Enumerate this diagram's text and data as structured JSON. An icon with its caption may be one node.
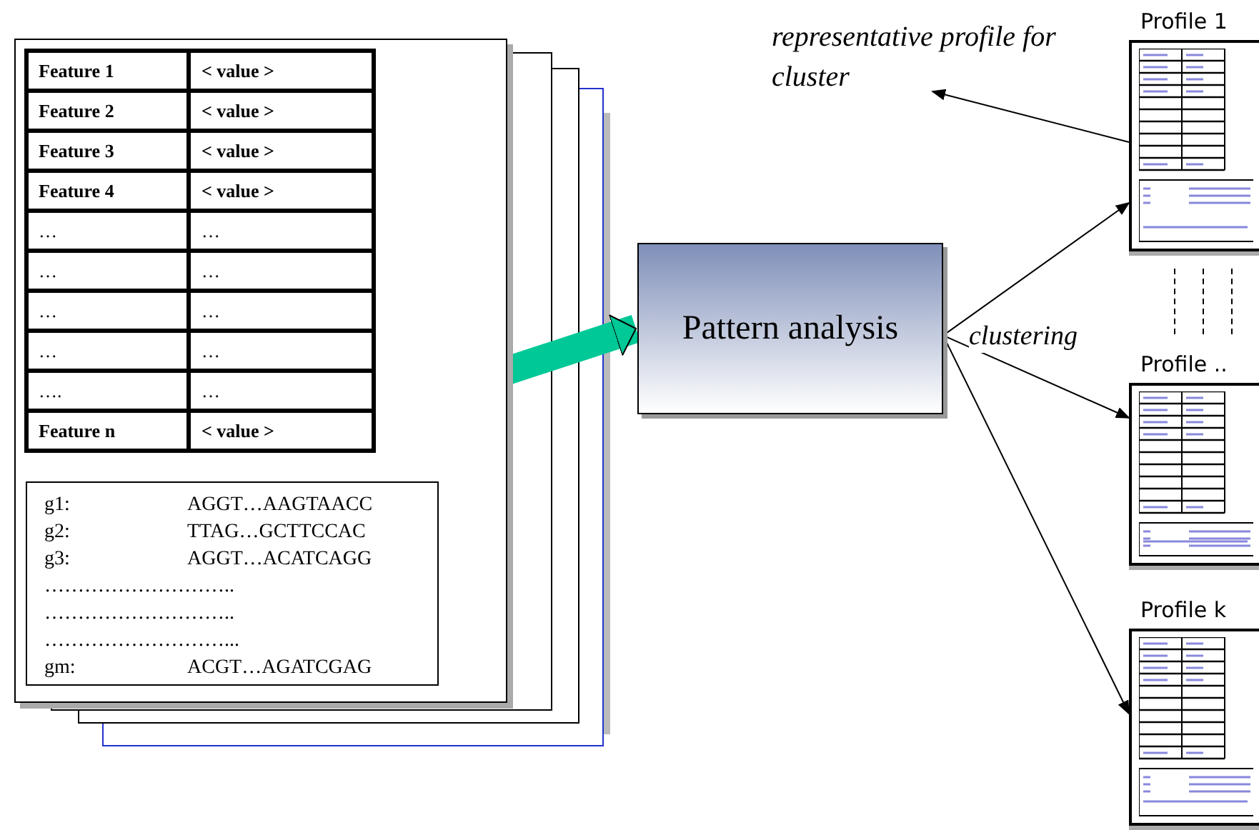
{
  "diagram": {
    "nodes": [
      {
        "text": [],
        "shape": "box"
      },
      {
        "text": [
          "Pattern analysis"
        ]
      },
      {
        "text": [
          "representative profile for cluster"
        ]
      },
      {
        "text": [
          "Profile 1"
        ]
      },
      {
        "text": [
          "Profile .."
        ]
      },
      {
        "text": [
          "Profile k"
        ]
      }
    ],
    "edges": [
      {
        "from": 0,
        "to": 1,
        "arrow": "to",
        "style": "thick",
        "color": "#00c896"
      },
      {
        "from": 1,
        "to": 3,
        "arrow": "to"
      },
      {
        "from": 1,
        "to": 4,
        "arrow": "to",
        "label": "clustering"
      },
      {
        "from": 1,
        "to": 5,
        "arrow": "to"
      },
      {
        "from": 3,
        "to": 2,
        "arrow": "to"
      }
    ],
    "labels": [
      "Feature 1",
      "< value >",
      "Feature 2",
      "< value >",
      "Feature 3",
      "< value >",
      "Feature 4",
      "< value >",
      "…",
      "…",
      "…",
      "…",
      "…",
      "…",
      "…",
      "…",
      "….",
      "…",
      "Feature n",
      "< value >",
      "g1:",
      "AGGT…AAGTAACC",
      "g2:",
      "TTAG…GCTTCCAC",
      "g3:",
      "AGGT…ACATCAGG",
      "………………………..",
      "………………………..",
      "………………………...",
      "gm:",
      "ACGT…AGATCGAG"
    ]
  }
}
